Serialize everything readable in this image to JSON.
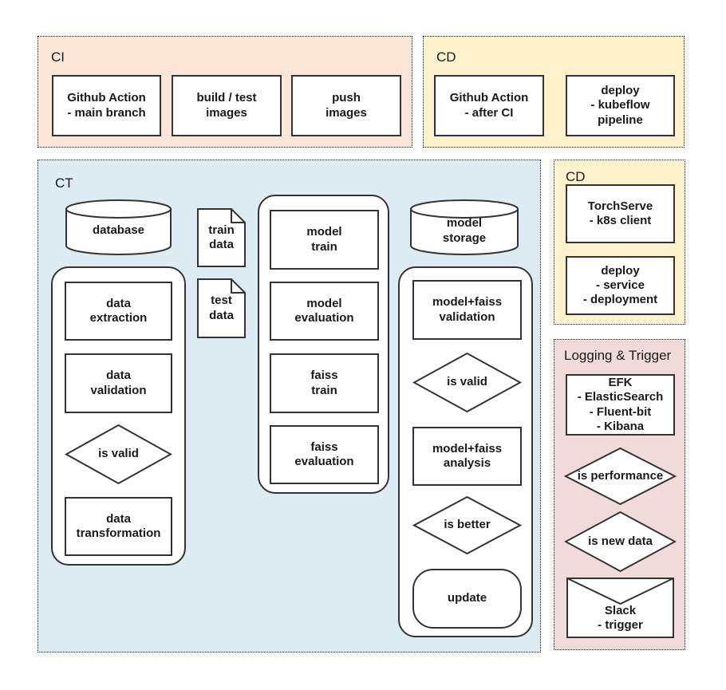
{
  "diagram": {
    "ci": {
      "title": "CI",
      "bg": "#fbe5d6",
      "nodes": [
        {
          "shape": "process",
          "label": "Github Action\n- main branch"
        },
        {
          "shape": "process",
          "label": "build / test\nimages"
        },
        {
          "shape": "process",
          "label": "push\nimages"
        }
      ]
    },
    "cd_top": {
      "title": "CD",
      "bg": "#fff2cc",
      "nodes": [
        {
          "shape": "process",
          "label": "Github Action\n- after CI"
        },
        {
          "shape": "process",
          "label": "deploy\n- kubeflow\npipeline"
        }
      ]
    },
    "ct": {
      "title": "CT",
      "bg": "#dcecf2",
      "database": {
        "shape": "cylinder",
        "label": "database"
      },
      "train_data": {
        "shape": "document",
        "label": "train\ndata"
      },
      "test_data": {
        "shape": "document",
        "label": "test\ndata"
      },
      "data_group": {
        "nodes": [
          {
            "shape": "process",
            "label": "data\nextraction"
          },
          {
            "shape": "process",
            "label": "data\nvalidation"
          },
          {
            "shape": "decision",
            "label": "is valid"
          },
          {
            "shape": "process",
            "label": "data\ntransformation"
          }
        ]
      },
      "model_group": {
        "nodes": [
          {
            "shape": "process",
            "label": "model\ntrain"
          },
          {
            "shape": "process",
            "label": "model\nevaluation"
          },
          {
            "shape": "process",
            "label": "faiss\ntrain"
          },
          {
            "shape": "process",
            "label": "faiss\nevaluation"
          }
        ]
      },
      "model_storage": {
        "shape": "cylinder",
        "label": "model\nstorage"
      },
      "validation_group": {
        "nodes": [
          {
            "shape": "process",
            "label": "model+faiss\nvalidation"
          },
          {
            "shape": "decision",
            "label": "is valid"
          },
          {
            "shape": "process",
            "label": "model+faiss\nanalysis"
          },
          {
            "shape": "decision",
            "label": "is better"
          },
          {
            "shape": "terminator",
            "label": "update"
          }
        ]
      }
    },
    "cd_right": {
      "title": "CD",
      "bg": "#fff2cc",
      "nodes": [
        {
          "shape": "process",
          "label": "TorchServe\n- k8s client"
        },
        {
          "shape": "process",
          "label": "deploy\n- service\n- deployment"
        }
      ]
    },
    "logging": {
      "title": "Logging & Trigger",
      "bg": "#f1dbda",
      "nodes": [
        {
          "shape": "process",
          "label": "EFK\n- ElasticSearch\n- Fluent-bit\n- Kibana"
        },
        {
          "shape": "decision",
          "label": "is performance"
        },
        {
          "shape": "decision",
          "label": "is new data"
        },
        {
          "shape": "envelope",
          "label": "Slack\n- trigger"
        }
      ]
    }
  }
}
